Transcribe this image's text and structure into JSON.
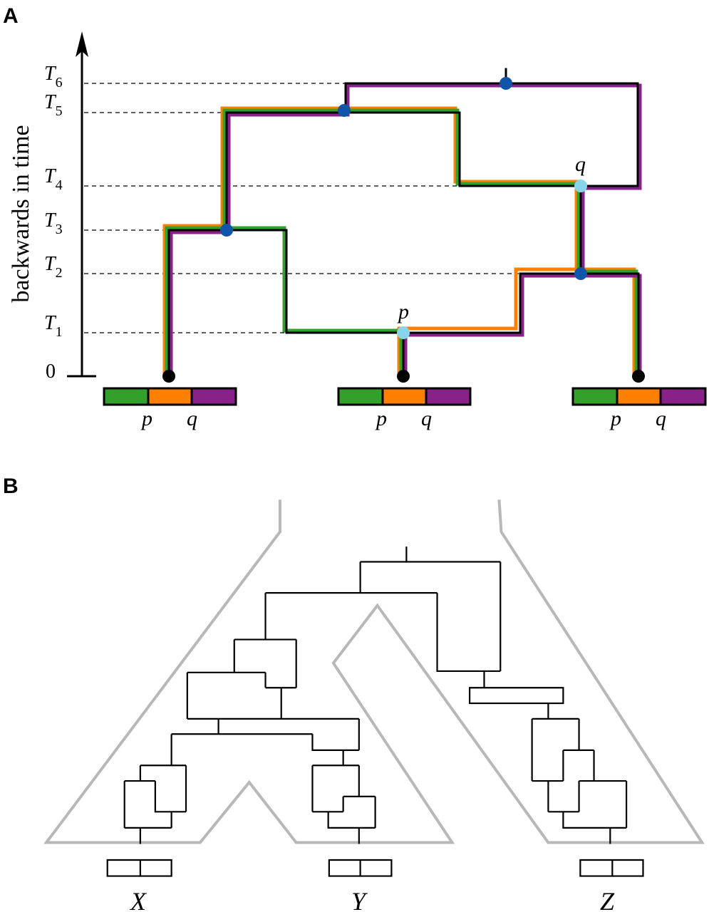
{
  "panels": {
    "a": "A",
    "b": "B"
  },
  "axis": {
    "label": "backwards in time",
    "zero": "0",
    "times": [
      {
        "T": "T",
        "sub": "6"
      },
      {
        "T": "T",
        "sub": "5"
      },
      {
        "T": "T",
        "sub": "4"
      },
      {
        "T": "T",
        "sub": "3"
      },
      {
        "T": "T",
        "sub": "2"
      },
      {
        "T": "T",
        "sub": "1"
      }
    ]
  },
  "sites": {
    "p": "p",
    "q": "q"
  },
  "colors": {
    "green": "#33a02c",
    "orange": "#ff8000",
    "purple": "#882288",
    "blue": "#1155aa",
    "lightblue": "#88d4ea",
    "gray": "#b8b8b8"
  },
  "species": {
    "x": "X",
    "y": "Y",
    "z": "Z"
  }
}
